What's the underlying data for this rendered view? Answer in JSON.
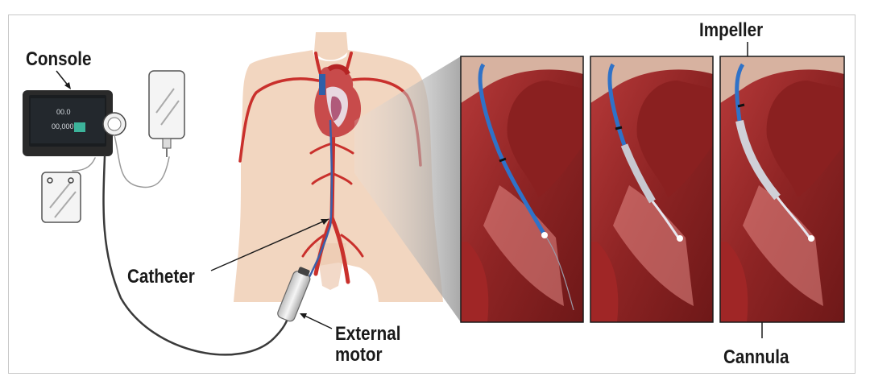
{
  "labels": {
    "console": "Console",
    "catheter": "Catheter",
    "external_motor": "External motor",
    "impeller": "Impeller",
    "cannula": "Cannula"
  },
  "console_screen": {
    "value_top": "00.0",
    "value_bottom": "00,000"
  },
  "colors": {
    "skin": "#f2d6c0",
    "artery": "#c9302c",
    "heart_tissue": "#c84b4b",
    "catheter": "#3b78c4",
    "device_dark": "#2a2a2a"
  }
}
